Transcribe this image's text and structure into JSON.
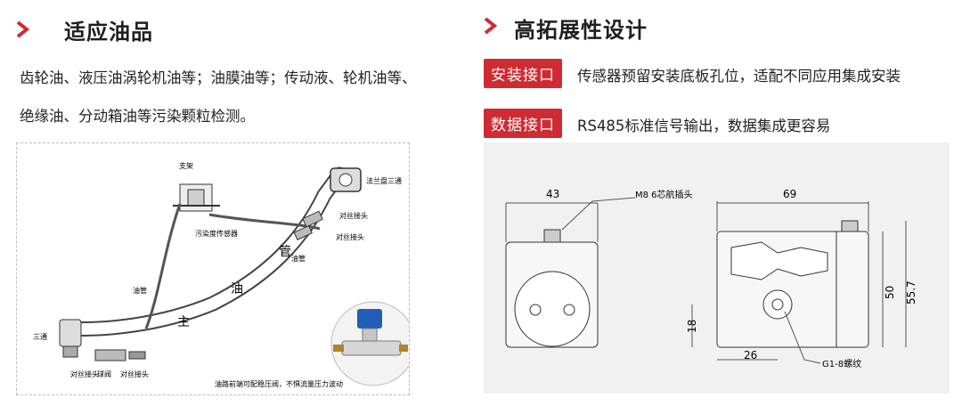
{
  "left": {
    "heading": "适应油品",
    "description_line1": "齿轮油、液压油涡轮机油等；油膜油等；传动液、轮机油等、",
    "description_line2": "绝缘油、分动箱油等污染颗粒检测。",
    "diagram": {
      "support": "支架",
      "sensor": "污染度传感器",
      "flange_tee": "法兰盘三通",
      "connector_a": "对丝接头",
      "connector_b": "对丝接头",
      "oil_pipe_upper": "油管",
      "oil_pipe_left": "油管",
      "tee": "三通",
      "connector_c": "对丝接头",
      "ball_valve": "球阀",
      "connector_d": "对丝接头",
      "main_pipe_chars": [
        "主",
        "油",
        "管"
      ],
      "note": "油路前端可配稳压阀，不惧流量压力波动"
    }
  },
  "right": {
    "heading": "高拓展性设计",
    "features": [
      {
        "tag": "安装接口",
        "text": "传感器预留安装底板孔位，适配不同应用集成安装"
      },
      {
        "tag": "数据接口",
        "text": "RS485标准信号输出，数据集成更容易"
      }
    ],
    "drawing": {
      "width_front": "43",
      "connector_label": "M8 6芯航插头",
      "width_side": "69",
      "height_inner": "50",
      "height_outer": "55.7",
      "port_height": "18",
      "port_offset": "26",
      "thread_label": "G1-8螺纹"
    }
  },
  "colors": {
    "accent": "#cf2b33",
    "heading": "#1e1e1e"
  }
}
